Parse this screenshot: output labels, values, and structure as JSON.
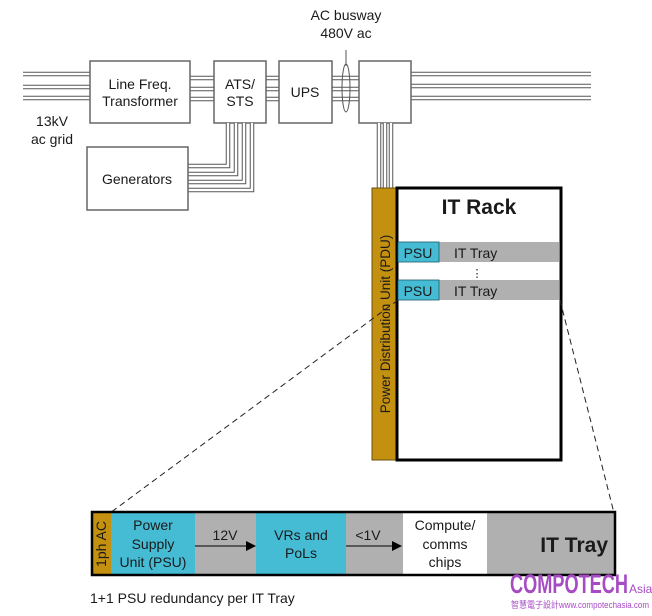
{
  "diagram": {
    "labels": {
      "grid": [
        "13kV",
        "ac grid"
      ],
      "busway": [
        "AC busway",
        "480V ac"
      ]
    },
    "blocks": {
      "transformer": [
        "Line Freq.",
        "Transformer"
      ],
      "ats": [
        "ATS/",
        "STS"
      ],
      "ups": "UPS",
      "generators": "Generators",
      "pdu_box": ""
    },
    "rack": {
      "title": "IT Rack",
      "pdu_label": "Power Distribution Unit (PDU)",
      "trays": [
        {
          "psu": "PSU",
          "label": "IT Tray"
        },
        {
          "psu": "PSU",
          "label": "IT Tray"
        }
      ],
      "ellipsis": "⋮"
    },
    "tray_detail": {
      "input_label": "1ph AC",
      "psu": [
        "Power",
        "Supply",
        "Unit (PSU)"
      ],
      "bus_12v": "12V",
      "vrs": [
        "VRs and",
        "PoLs"
      ],
      "bus_lt1v": "<1V",
      "chips": [
        "Compute/",
        "comms",
        "chips"
      ],
      "title": "IT Tray",
      "caption": "1+1 PSU redundancy per IT Tray"
    },
    "colors": {
      "pdu_gold": "#c49010",
      "psu_cyan": "#45bcd4",
      "tray_gray": "#b0b0b0",
      "watermark": "#a64bc4"
    },
    "watermark": {
      "brand": "COMPOTECH",
      "region": "Asia",
      "subtitle": "智慧電子設計www.compotechasia.com"
    }
  }
}
